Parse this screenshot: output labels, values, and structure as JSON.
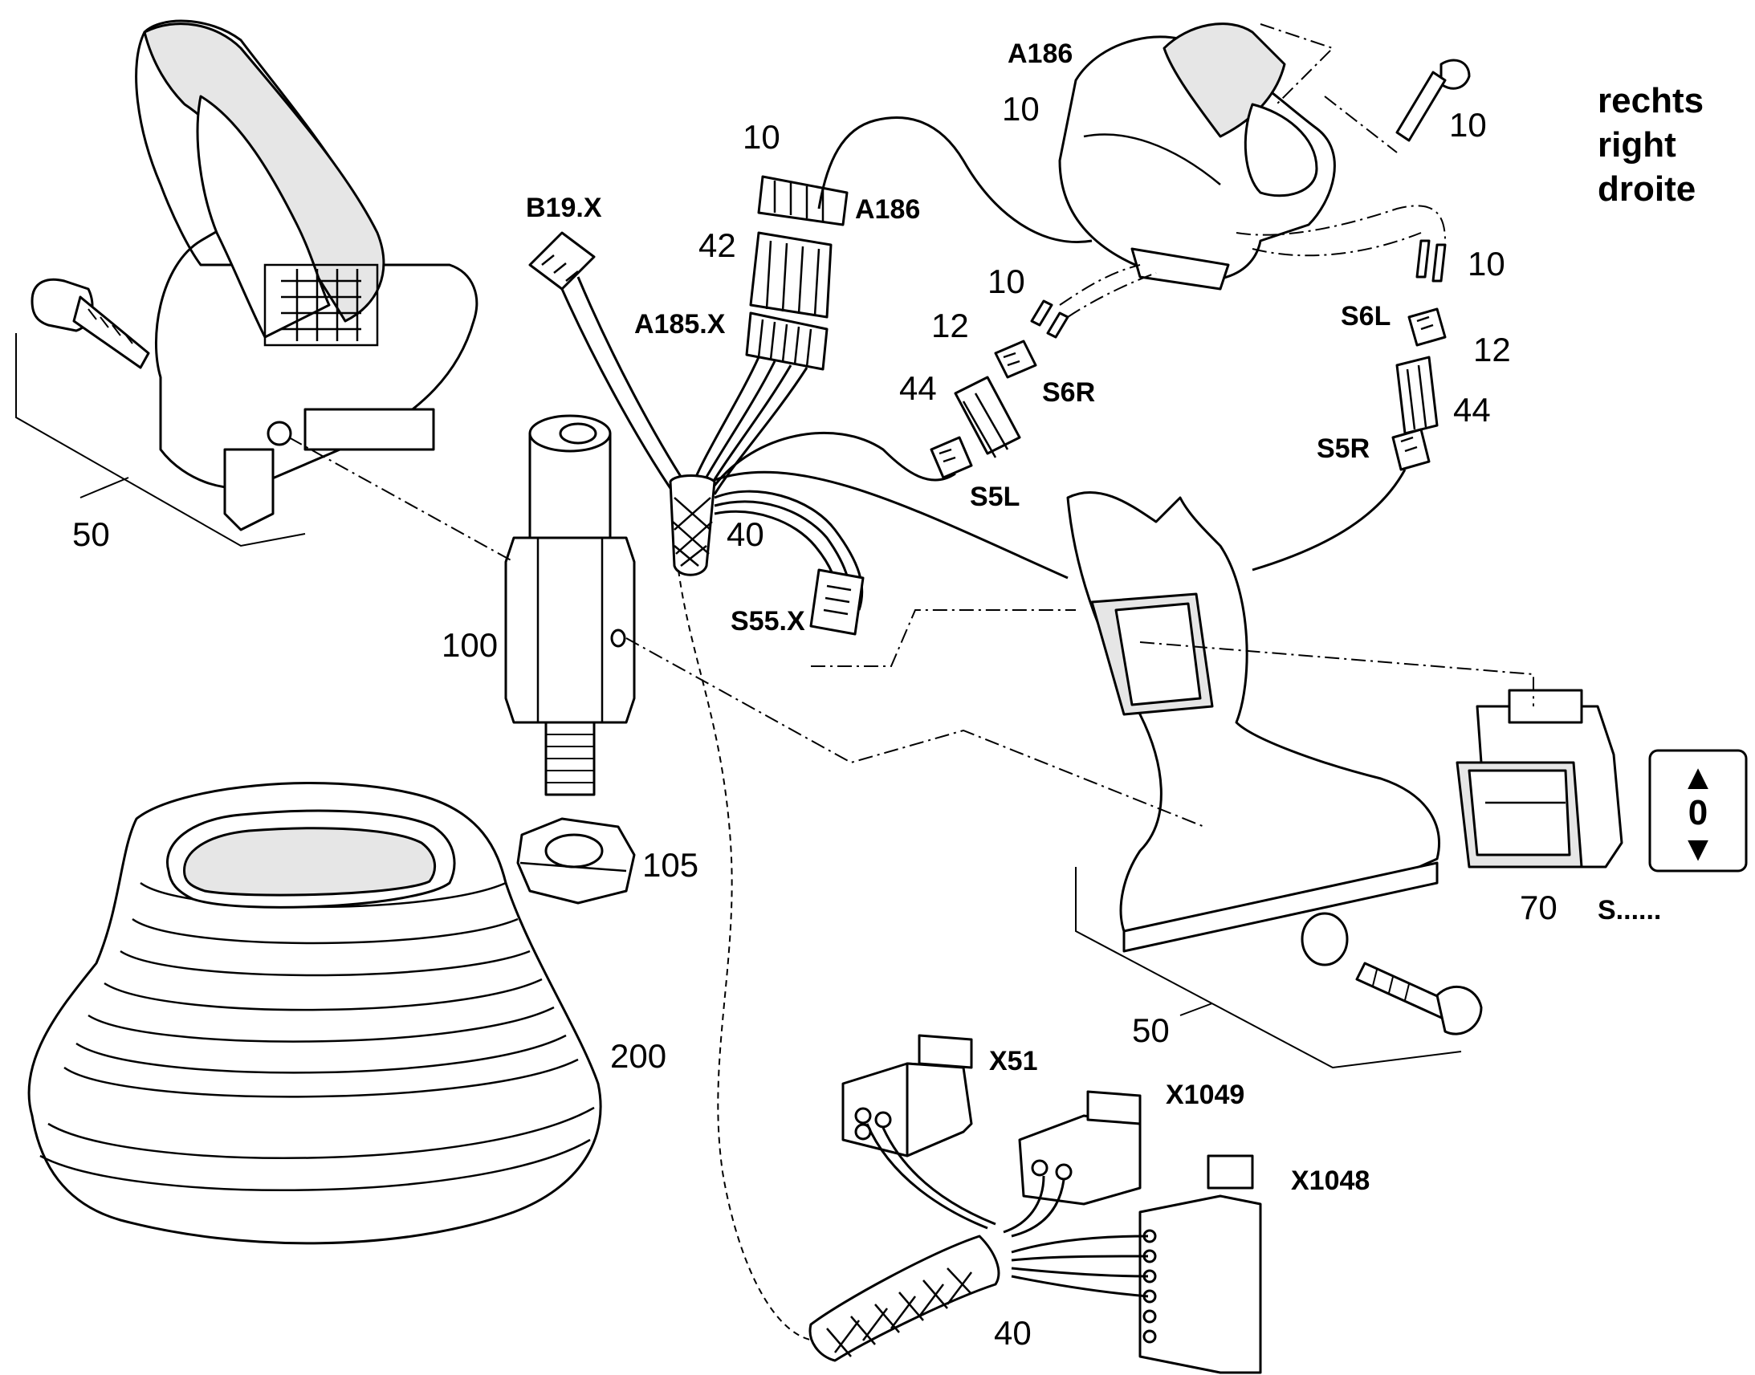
{
  "labels": {
    "left_grip": "50",
    "b19x": "B19.X",
    "a186_plug_qty": "10",
    "a186_plug": "A186",
    "bridge": "42",
    "a185x": "A185.X",
    "a186_top": "A186",
    "a186_top_qty": "10",
    "screw_top_qty": "10",
    "pins_mid_qty": "10",
    "pins_right_qty": "10",
    "s6r_qty": "12",
    "s6r": "S6R",
    "s6r_bridge": "44",
    "s5l": "S5L",
    "s6l": "S6L",
    "s6l_qty": "12",
    "s6l_bridge": "44",
    "s5r": "S5R",
    "sleeve_top": "40",
    "s55x": "S55.X",
    "stud": "100",
    "nut": "105",
    "boot": "200",
    "switch": "70",
    "switch_code": "S......",
    "right_grip": "50",
    "x51": "X51",
    "x1049": "X1049",
    "x1048": "X1048",
    "sleeve_bottom": "40"
  },
  "side_text": {
    "de": "rechts",
    "en": "right",
    "fr": "droite"
  },
  "rocker_symbol": {
    "up": "▲",
    "middle": "0",
    "down": "▼"
  }
}
